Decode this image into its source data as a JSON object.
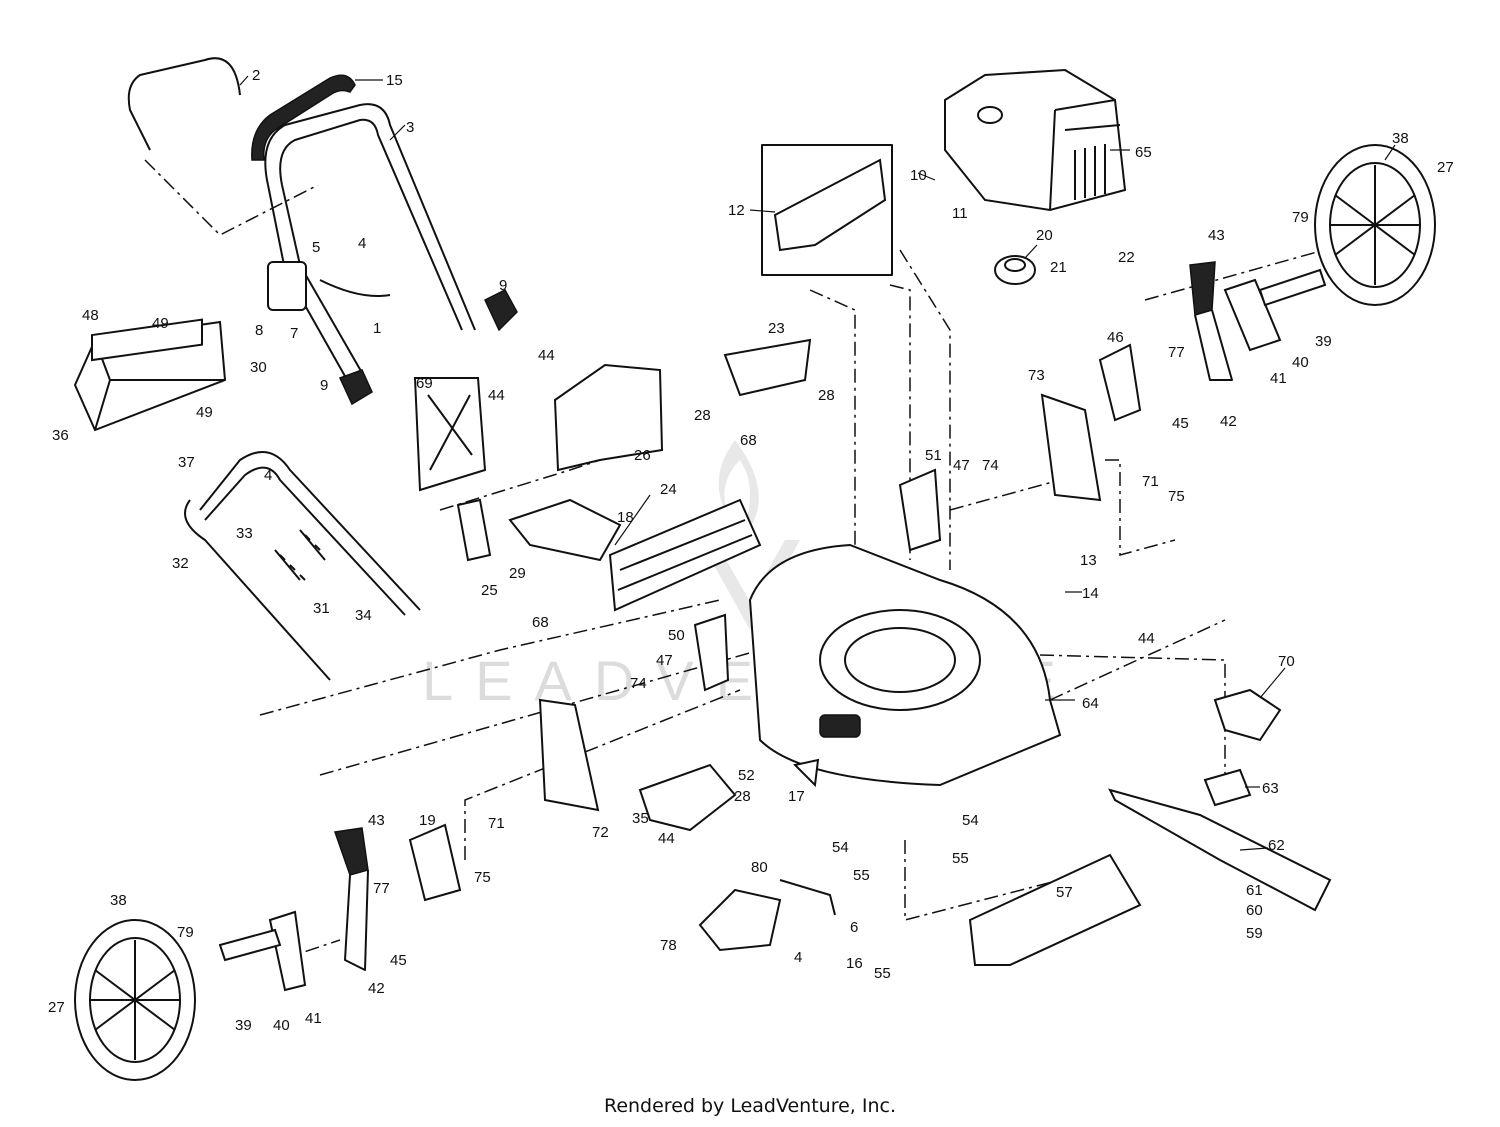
{
  "labels": [
    "1",
    "2",
    "3",
    "4",
    "5",
    "6",
    "7",
    "8",
    "9",
    "10",
    "11",
    "12",
    "13",
    "14",
    "15",
    "16",
    "17",
    "18",
    "19",
    "20",
    "21",
    "22",
    "23",
    "24",
    "25",
    "26",
    "27",
    "28",
    "29",
    "30",
    "31",
    "32",
    "33",
    "34",
    "35",
    "36",
    "37",
    "38",
    "39",
    "40",
    "41",
    "42",
    "43",
    "44",
    "45",
    "46",
    "47",
    "48",
    "49",
    "50",
    "51",
    "52",
    "54",
    "55",
    "57",
    "59",
    "60",
    "61",
    "62",
    "63",
    "64",
    "65",
    "68",
    "69",
    "70",
    "71",
    "72",
    "73",
    "74",
    "75",
    "77",
    "78",
    "79",
    "80"
  ],
  "credit": "Rendered by LeadVenture, Inc.",
  "watermark": "LEADVENTURE"
}
